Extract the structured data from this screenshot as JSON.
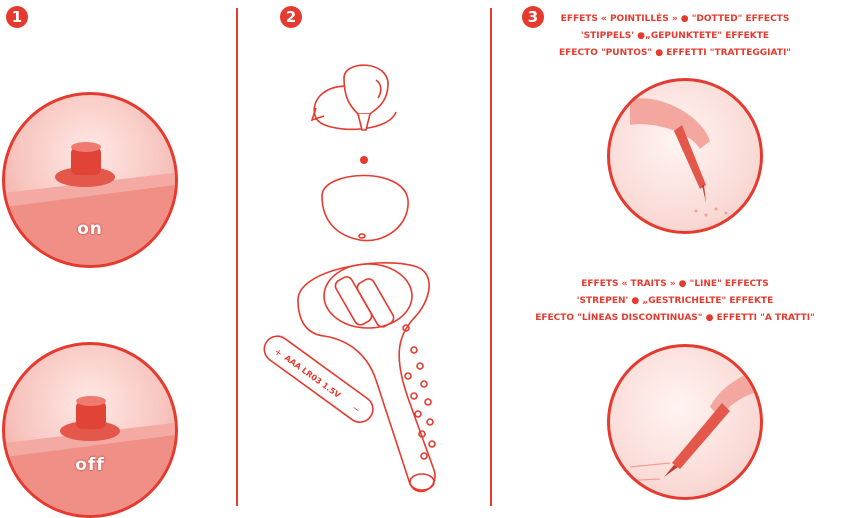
{
  "steps": [
    {
      "number": "1"
    },
    {
      "number": "2"
    },
    {
      "number": "3"
    }
  ],
  "switch": {
    "on_label": "on",
    "off_label": "off"
  },
  "battery": {
    "label": "AAA LR03 1.5V",
    "plus": "+",
    "minus": "−"
  },
  "dotted": {
    "line1": "EFFETS « POINTILLÉS » ● \"DOTTED\" EFFECTS",
    "line2": "'STIPPELS' ●„GEPUNKTETE\" EFFEKTE",
    "line3": "EFECTO \"PUNTOS\" ● EFFETTI \"TRATTEGGIATI\""
  },
  "lines": {
    "line1": "EFFETS « TRAITS » ● \"LINE\" EFFECTS",
    "line2": "'STREPEN' ● „GESTRICHELTE\" EFFEKTE",
    "line3": "EFECTO \"LÍNEAS DISCONTINUAS\" ● EFFETTI \"A TRATTI\""
  },
  "colors": {
    "accent": "#e63a2e"
  }
}
